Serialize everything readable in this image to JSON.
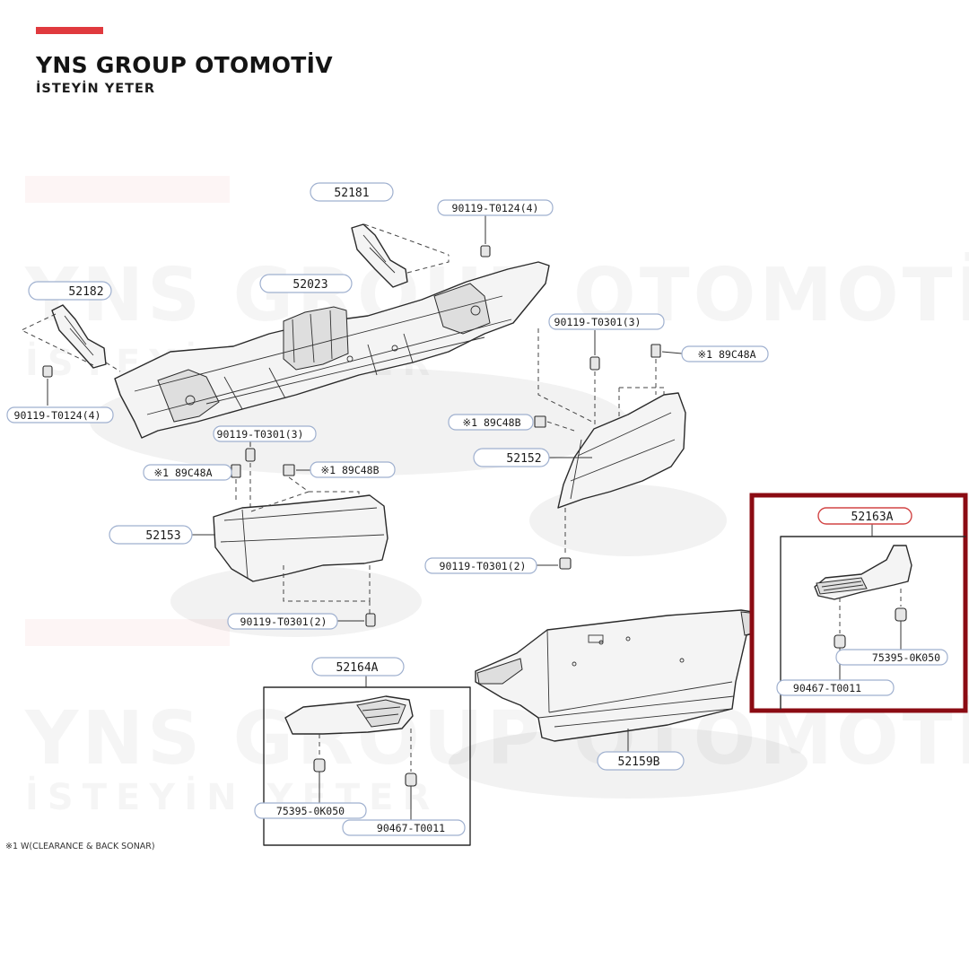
{
  "brand": {
    "title": "YNS GROUP OTOMOTİV",
    "tagline": "İSTEYİN YETER",
    "accent_color": "#e03a3e",
    "highlight_color": "#8b0b13"
  },
  "watermark": {
    "line1": "YNS GROUP OTOMOTİV",
    "line2": "İSTEYİN YETER"
  },
  "parts": {
    "p52181": "52181",
    "p52182": "52182",
    "p52023": "52023",
    "p52153": "52153",
    "p52152": "52152",
    "p52164A": "52164A",
    "p52163A": "52163A",
    "p52159B": "52159B",
    "bolt_t0124_right": "90119-T0124(4)",
    "bolt_t0124_left": "90119-T0124(4)",
    "bolt_t0301_3_right": "90119-T0301(3)",
    "bolt_t0301_3_left": "90119-T0301(3)",
    "bolt_t0301_2_right": "90119-T0301(2)",
    "bolt_t0301_2_left": "90119-T0301(2)",
    "clip_89c48a_right": "※1 89C48A",
    "clip_89c48a_left": "※1 89C48A",
    "clip_89c48b_right": "※1 89C48B",
    "clip_89c48b_left": "※1 89C48B",
    "clip_75395_left": "75395-0K050",
    "clip_90467_left": "90467-T0011",
    "clip_75395_right": "75395-0K050",
    "clip_90467_right": "90467-T0011"
  },
  "footnote": "※1 W(CLEARANCE & BACK SONAR)"
}
